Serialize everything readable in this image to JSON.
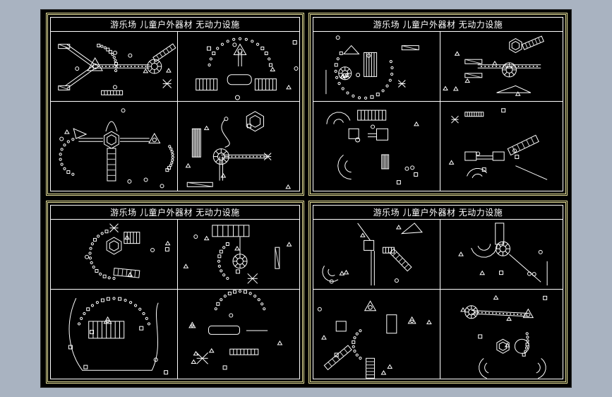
{
  "sheets": [
    {
      "title": "游乐场  儿童户外器材  无动力设施"
    },
    {
      "title": "游乐场  儿童户外器材  无动力设施"
    },
    {
      "title": "游乐场  儿童户外器材  无动力设施"
    },
    {
      "title": "游乐场  儿童户外器材  无动力设施"
    }
  ],
  "colors": {
    "background": "#a9b3c1",
    "canvas": "#000000",
    "frame": "#e8e29a",
    "linework": "#ffffff"
  }
}
